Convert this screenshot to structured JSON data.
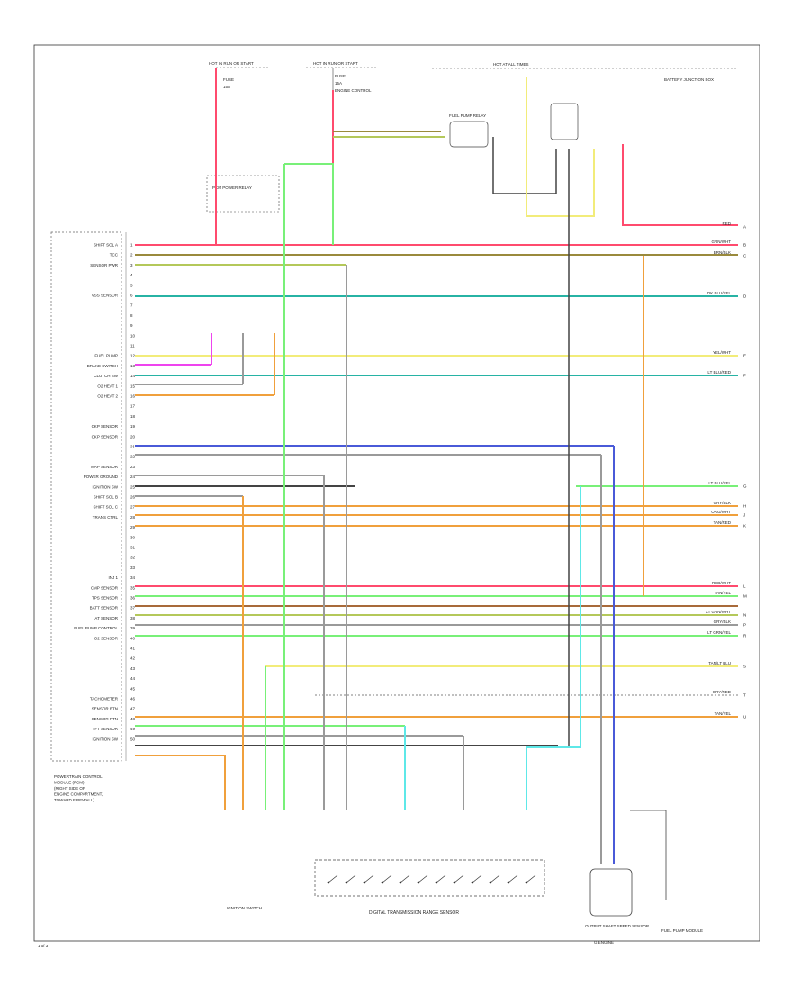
{
  "diagram": {
    "page_id": "1 of 3",
    "pcm": {
      "label_lines": [
        "POWERTRAIN CONTROL",
        "MODULE (PCM)",
        "(RIGHT SIDE OF",
        "ENGINE COMPARTMENT,",
        "TOWARD FIREWALL)"
      ],
      "pins": [
        "SHIFT SOL A",
        "TCC",
        "SENSOR PWR",
        "",
        "",
        "VSS SENSOR",
        "",
        "",
        "",
        "",
        "",
        "FUEL PUMP",
        "BRAKE SWITCH",
        "CLUTCH SW",
        "O2 HEAT 1",
        "O2 HEAT 2",
        "",
        "",
        "CKP SENSOR",
        "CKP SENSOR",
        "",
        "",
        "MAP SENSOR",
        "POWER GROUND",
        "IGNITION SW",
        "SHIFT SOL B",
        "SHIFT SOL C",
        "TRANS CTRL",
        "",
        "",
        "",
        "",
        "",
        "INJ 1",
        "CMP SENSOR",
        "TPS SENSOR",
        "BATT SENSOR",
        "IAT SENSOR",
        "FUEL PUMP CONTROL",
        "O2 SENSOR",
        "",
        "",
        "",
        "",
        "",
        "TACHOMETER",
        "SENSOR RTN",
        "SENSOR RTN",
        "TFT SENSOR",
        "IGNITION SW"
      ],
      "pin_numbers": [
        "1",
        "2",
        "3",
        "4",
        "5",
        "6",
        "7",
        "8",
        "9",
        "10",
        "11",
        "12",
        "13",
        "14",
        "15",
        "16",
        "17",
        "18",
        "19",
        "20",
        "21",
        "22",
        "23",
        "24",
        "25",
        "26",
        "27",
        "28",
        "29",
        "30",
        "31",
        "32",
        "33",
        "34",
        "35",
        "36",
        "37",
        "38",
        "39",
        "40",
        "41",
        "42",
        "43",
        "44",
        "45",
        "46",
        "47",
        "48",
        "49",
        "50"
      ]
    },
    "fuses": [
      {
        "title": "HOT IN RUN OR START",
        "lines": [
          "FUSE",
          "15A"
        ]
      },
      {
        "title": "HOT IN RUN OR START",
        "lines": [
          "FUSE",
          "15A",
          "ENGINE CONTROL"
        ]
      }
    ],
    "hot_at_all_times": "HOT AT ALL TIMES",
    "relays": [
      {
        "name": "PCM POWER RELAY"
      },
      {
        "name": "FUEL PUMP RELAY"
      }
    ],
    "components": {
      "ignition_switch": "IGNITION SWITCH",
      "trans_range_sensor": "DIGITAL TRANSMISSION RANGE SENSOR",
      "output_shaft_sensor": "OUTPUT SHAFT SPEED SENSOR",
      "fuel_pump_module": "FUEL PUMP MODULE",
      "battery_junction": "BATTERY JUNCTION BOX",
      "g_ground": "G ENGINE"
    },
    "right_labels": [
      "RED",
      "GRN/WHT",
      "BRN/BLK",
      "DK BLU/YEL",
      "YEL/WHT",
      "LT BLU/RED",
      "LT BLU/YEL",
      "GRY/BLK",
      "ORG/WHT",
      "TAN/RED",
      "RED/WHT",
      "TAN/YEL",
      "LT GRN/WHT",
      "GRY/BLK",
      "LT GRN/YEL",
      "TAN/LT BLU",
      "GRY/RED",
      "TAN/YEL"
    ],
    "right_conn": [
      "A",
      "B",
      "C",
      "D",
      "E",
      "F",
      "G",
      "H",
      "J",
      "K",
      "L",
      "M",
      "N",
      "P",
      "R",
      "S",
      "T",
      "U"
    ],
    "wire_colors": {
      "red": "#ff4b6e",
      "yellow_green": "#b4c85a",
      "olive": "#9a8a3c",
      "gray": "#9a9a9a",
      "yellow": "#f2ec7a",
      "magenta": "#ee44ee",
      "teal": "#27b3a4",
      "orange": "#f0a03c",
      "blue": "#4a5ad8",
      "light_green": "#78f078",
      "cyan": "#5ee8e8",
      "brown": "#a86a3a",
      "dark": "#444444"
    }
  }
}
